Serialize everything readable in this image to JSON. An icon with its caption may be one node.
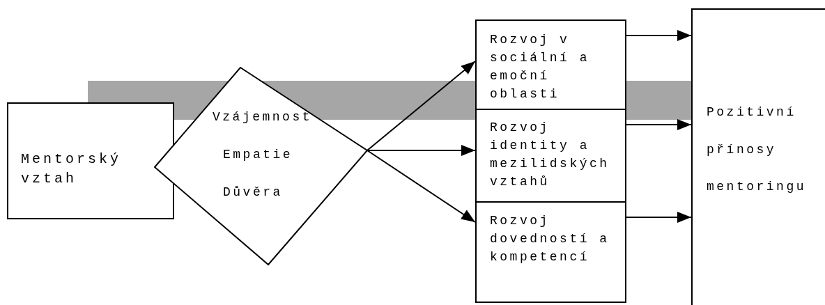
{
  "diagram": {
    "nodes": [
      {
        "text": [
          "Mentorský vztah"
        ]
      },
      {
        "text": [
          "Vzájemnost",
          "Empatie",
          "Důvěra"
        ]
      },
      {
        "text": [
          "Rozvoj v sociální a emoční oblasti"
        ]
      },
      {
        "text": [
          "Rozvoj identity a mezilidských vztahů"
        ]
      },
      {
        "text": [
          "Rozvoj dovedností a kompetencí"
        ]
      },
      {
        "text": [
          "Pozitivní",
          "přínosy",
          "mentoringu"
        ]
      }
    ],
    "edges": [
      {
        "from": 1,
        "to": 2,
        "arrow": "to"
      },
      {
        "from": 1,
        "to": 3,
        "arrow": "to"
      },
      {
        "from": 1,
        "to": 4,
        "arrow": "to"
      },
      {
        "from": 2,
        "to": 5,
        "arrow": "to"
      },
      {
        "from": 3,
        "to": 5,
        "arrow": "to"
      },
      {
        "from": 4,
        "to": 5,
        "arrow": "to"
      }
    ]
  }
}
